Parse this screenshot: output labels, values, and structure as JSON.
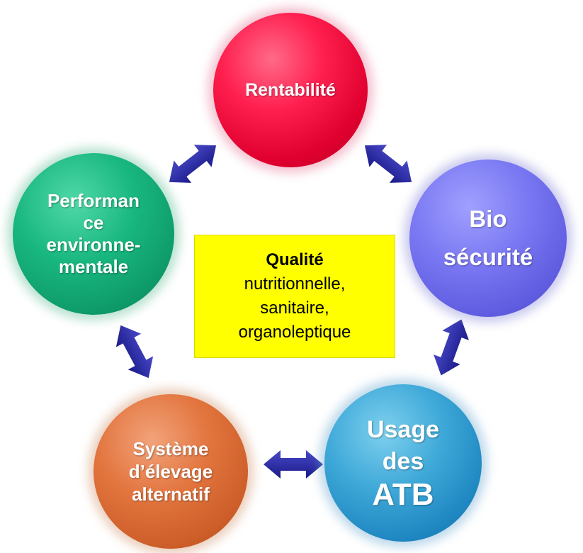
{
  "center": {
    "title": "Qualité",
    "lines": [
      "nutritionnelle,",
      "sanitaire,",
      "organoleptique"
    ]
  },
  "nodes": {
    "rentabilite": {
      "lines": [
        "Rentabilité"
      ],
      "color": "#e8002e"
    },
    "biosecurite": {
      "lines": [
        "Bio",
        "sécurité"
      ],
      "color": "#6c69e8"
    },
    "usage_atb": {
      "lines": [
        "Usage",
        "des",
        "ATB"
      ],
      "color": "#2a92cc"
    },
    "systeme": {
      "lines": [
        "Système",
        "d’élevage",
        "alternatif"
      ],
      "color": "#d8652f"
    },
    "performance": {
      "lines": [
        "Performan",
        "ce",
        "environne-",
        "mentale"
      ],
      "color": "#12a672"
    }
  },
  "arrow_color": "#2a2aa0"
}
